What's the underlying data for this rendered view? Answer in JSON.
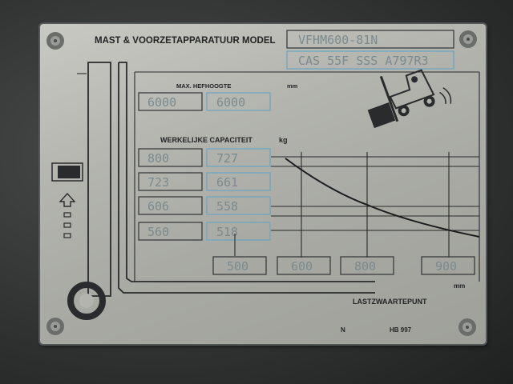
{
  "header": {
    "model_label": "MAST & VOORZETAPPARATUUR MODEL",
    "model_value": "VFHM600-81N",
    "serial_value": "CAS 55F SSS A797R3"
  },
  "lift": {
    "label": "MAX. HEFHOOGTE",
    "unit": "mm",
    "value_stamped": "6000",
    "value_printed": "6000"
  },
  "capacity": {
    "label": "WERKELIJKE CAPACITEIT",
    "unit": "kg",
    "rows": [
      {
        "stamped": "800",
        "printed": "727"
      },
      {
        "stamped": "723",
        "printed": "661"
      },
      {
        "stamped": "606",
        "printed": "558"
      },
      {
        "stamped": "560",
        "printed": "518"
      }
    ]
  },
  "load_center": {
    "values": [
      "500",
      "600",
      "800",
      "900"
    ],
    "unit": "mm",
    "label": "LASTZWAARTEPUNT"
  },
  "footer": {
    "code_n": "N",
    "code_hb": "HB 997"
  },
  "colors": {
    "plate": "#b3b4ae",
    "ink": "#232425",
    "blue_print": "#6ea6c2"
  }
}
